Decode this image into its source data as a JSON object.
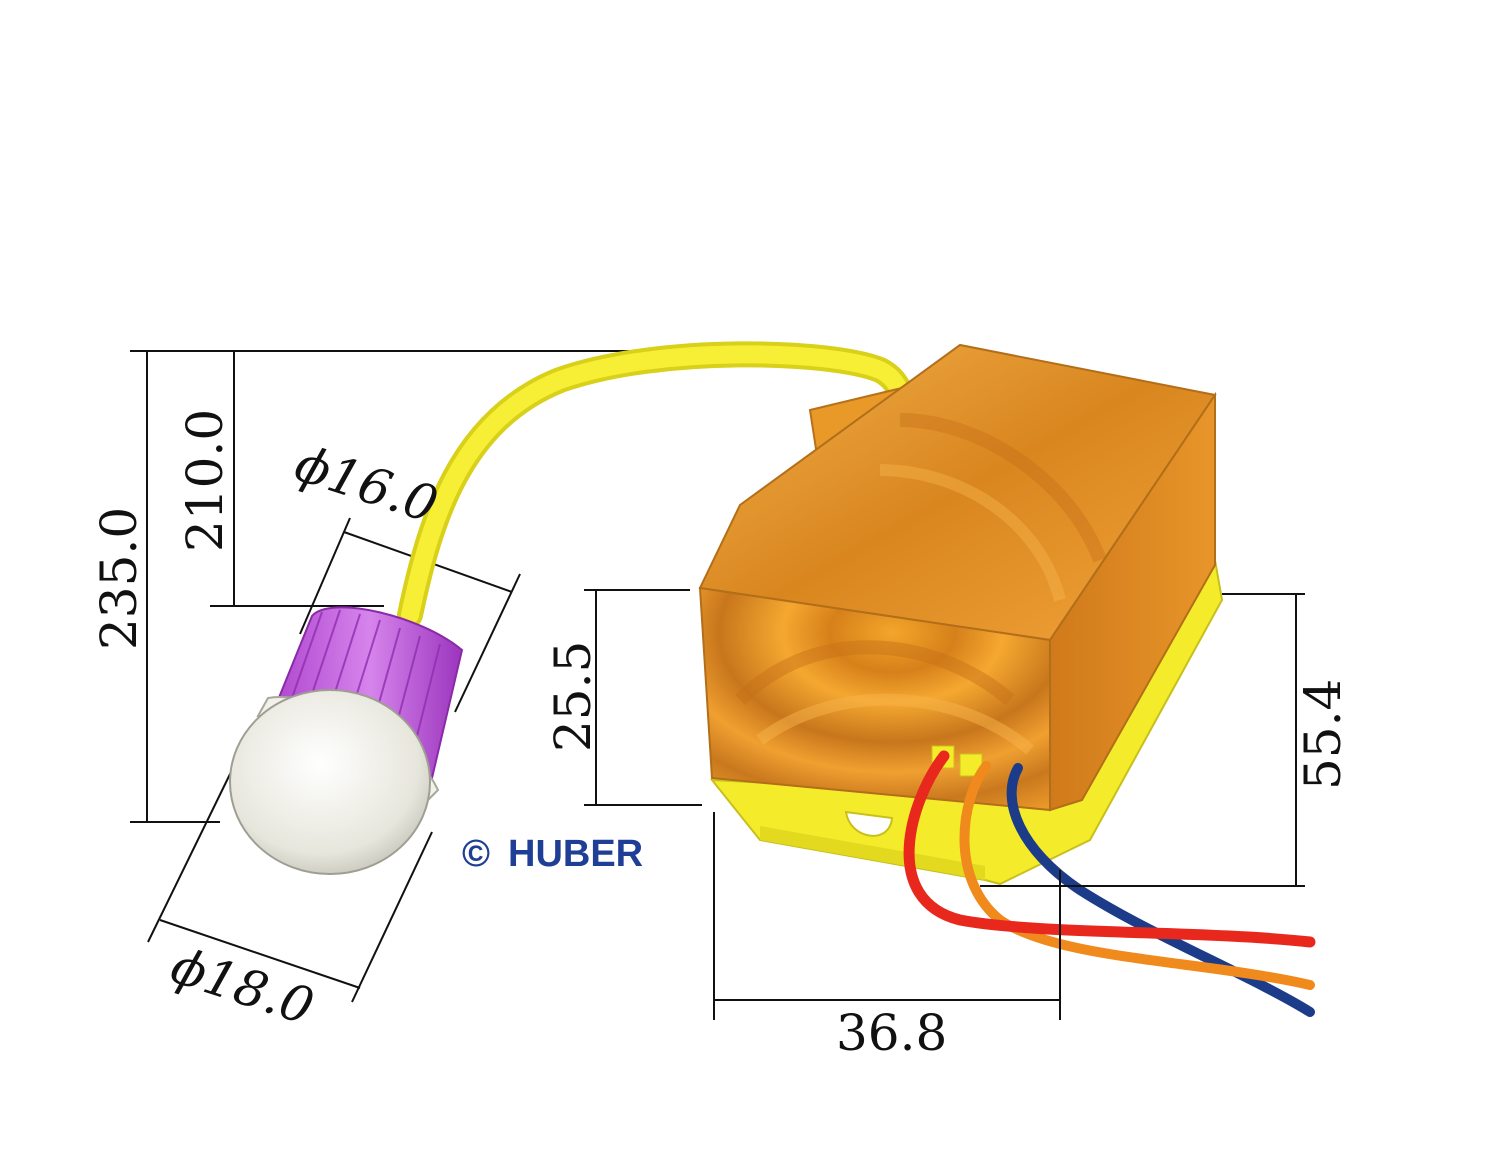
{
  "dimensions": {
    "total_length": "235.0",
    "cable_length": "210.0",
    "sensor_head_diameter": "16.0",
    "lens_diameter": "18.0",
    "module_height": "25.5",
    "module_length": "55.4",
    "module_width": "36.8",
    "diameter_symbol": "ϕ"
  },
  "brand": {
    "symbol": "©",
    "name": "HUBER",
    "color": "#1f3f96"
  },
  "colors": {
    "cable": "#f4ec2a",
    "sensor_ring": "#c86adf",
    "lens": "#ecebe2",
    "housing": "#e8941f",
    "housing_base": "#f4ec2a",
    "wire_red": "#e8281c",
    "wire_orange": "#f08a1c",
    "wire_blue": "#1c3c8a"
  }
}
